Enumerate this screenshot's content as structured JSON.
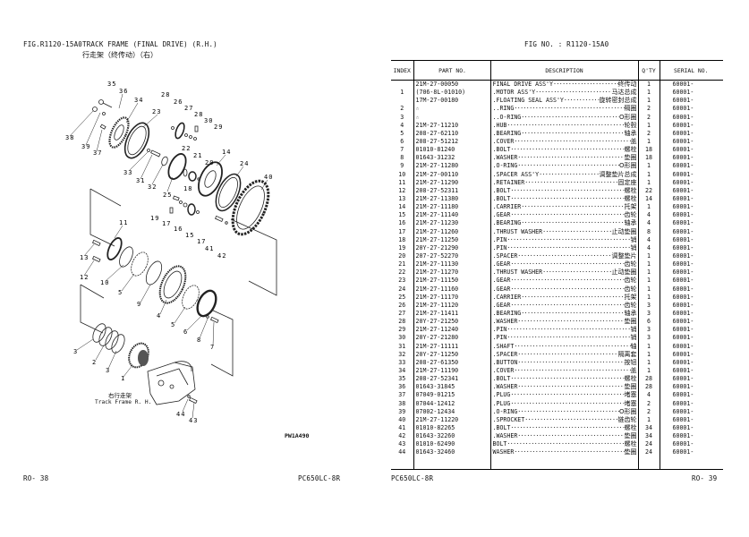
{
  "left_page": {
    "fig_no": "FIG.R1120-15A0",
    "title_en": "TRACK FRAME (FINAL DRIVE) (R.H.)",
    "title_cn": "行走架（终传动）（右）",
    "frame_label_cn": "右行走架",
    "frame_label_en": "Track Frame R. H.",
    "drawing_code": "PW1A490",
    "page_no": "RO-  38",
    "model": "PC650LC-8R"
  },
  "diagram": {
    "callouts": [
      "35",
      "36",
      "34",
      "23",
      "28",
      "26",
      "27",
      "28",
      "30",
      "29",
      "38",
      "39",
      "37",
      "22",
      "21",
      "20",
      "14",
      "24",
      "40",
      "33",
      "31",
      "32",
      "25",
      "18",
      "19",
      "17",
      "16",
      "15",
      "17",
      "11",
      "41",
      "42",
      "13",
      "12",
      "10",
      "5",
      "9",
      "4",
      "5",
      "6",
      "8",
      "7",
      "3",
      "2",
      "3",
      "1",
      "44",
      "43"
    ]
  },
  "right_page": {
    "fig_no": "FIG NO.  : R1120-15A0",
    "columns": [
      "INDEX",
      "PART  NO.",
      "DESCRIPTION",
      "Q'TY",
      "SERIAL NO."
    ],
    "rows": [
      [
        "",
        "21M-27-00050",
        "FINAL DRIVE ASS'Y",
        "终传动",
        "1",
        "60001-"
      ],
      [
        "1",
        "(706-8L-01010)",
        ".MOTOR ASS'Y",
        "马达总成",
        "1",
        "60001-"
      ],
      [
        "",
        "17M-27-00180",
        ".FLOATING SEAL ASS'Y",
        "旋转密封总成",
        "1",
        "60001-"
      ],
      [
        "2",
        "☆",
        "..RING",
        "隔圈",
        "2",
        "60001-"
      ],
      [
        "3",
        "☆",
        "..O-RING",
        "O形圈",
        "2",
        "60001-"
      ],
      [
        "4",
        "21M-27-11210",
        ".HUB",
        "轮毂",
        "1",
        "60001-"
      ],
      [
        "5",
        "208-27-62110",
        ".BEARING",
        "轴承",
        "2",
        "60001-"
      ],
      [
        "6",
        "208-27-51212",
        ".COVER",
        "盖",
        "1",
        "60001-"
      ],
      [
        "7",
        "01010-81240",
        ".BOLT",
        "螺栓",
        "18",
        "60001-"
      ],
      [
        "8",
        "01643-31232",
        ".WASHER",
        "垫圈",
        "18",
        "60001-"
      ],
      [
        "9",
        "21M-27-11280",
        ".O-RING",
        "O形圈",
        "1",
        "60001-"
      ],
      [
        "10",
        "21M-27-00110",
        ".SPACER ASS'Y",
        "调整垫片总成",
        "1",
        "60001-"
      ],
      [
        "11",
        "21M-27-11290",
        ".RETAINER",
        "固定座",
        "1",
        "60001-"
      ],
      [
        "12",
        "208-27-52311",
        ".BOLT",
        "螺栓",
        "22",
        "60001-"
      ],
      [
        "13",
        "21M-27-11380",
        ".BOLT",
        "螺栓",
        "14",
        "60001-"
      ],
      [
        "14",
        "21M-27-11180",
        ".CARRIER",
        "托架",
        "1",
        "60001-"
      ],
      [
        "15",
        "21M-27-11140",
        ".GEAR",
        "齿轮",
        "4",
        "60001-"
      ],
      [
        "16",
        "21M-27-11230",
        ".BEARING",
        "轴承",
        "4",
        "60001-"
      ],
      [
        "17",
        "21M-27-11260",
        ".THRUST WASHER",
        "止动垫圈",
        "8",
        "60001-"
      ],
      [
        "18",
        "21M-27-11250",
        ".PIN",
        "销",
        "4",
        "60001-"
      ],
      [
        "19",
        "20Y-27-21290",
        ".PIN",
        "销",
        "4",
        "60001-"
      ],
      [
        "20",
        "207-27-52270",
        ".SPACER",
        "调整垫片",
        "1",
        "60001-"
      ],
      [
        "21",
        "21M-27-11130",
        ".GEAR",
        "齿轮",
        "1",
        "60001-"
      ],
      [
        "22",
        "21M-27-11270",
        ".THRUST WASHER",
        "止动垫圈",
        "1",
        "60001-"
      ],
      [
        "23",
        "21M-27-11150",
        ".GEAR",
        "齿轮",
        "1",
        "60001-"
      ],
      [
        "24",
        "21M-27-11160",
        ".GEAR",
        "齿轮",
        "1",
        "60001-"
      ],
      [
        "25",
        "21M-27-11170",
        ".CARRIER",
        "托架",
        "1",
        "60001-"
      ],
      [
        "26",
        "21M-27-11120",
        ".GEAR",
        "齿轮",
        "3",
        "60001-"
      ],
      [
        "27",
        "21M-27-11411",
        ".BEARING",
        "轴承",
        "3",
        "60001-"
      ],
      [
        "28",
        "20Y-27-21250",
        ".WASHER",
        "垫圈",
        "6",
        "60001-"
      ],
      [
        "29",
        "21M-27-11240",
        ".PIN",
        "销",
        "3",
        "60001-"
      ],
      [
        "30",
        "20Y-27-21280",
        ".PIN",
        "销",
        "3",
        "60001-"
      ],
      [
        "31",
        "21M-27-11111",
        ".SHAFT",
        "轴",
        "1",
        "60001-"
      ],
      [
        "32",
        "20Y-27-11250",
        ".SPACER",
        "隔离套",
        "1",
        "60001-"
      ],
      [
        "33",
        "208-27-61350",
        ".BUTTON",
        "按钮",
        "1",
        "60001-"
      ],
      [
        "34",
        "21M-27-11190",
        ".COVER",
        "盖",
        "1",
        "60001-"
      ],
      [
        "35",
        "208-27-52341",
        ".BOLT",
        "螺栓",
        "28",
        "60001-"
      ],
      [
        "36",
        "01643-31845",
        ".WASHER",
        "垫圈",
        "28",
        "60001-"
      ],
      [
        "37",
        "07049-01215",
        ".PLUG",
        "堵塞",
        "4",
        "60001-"
      ],
      [
        "38",
        "07044-12412",
        ".PLUG",
        "堵塞",
        "2",
        "60001-"
      ],
      [
        "39",
        "07002-12434",
        ".O-RING",
        "O形圈",
        "2",
        "60001-"
      ],
      [
        "40",
        "21M-27-11220",
        ".SPROCKET",
        "链齿轮",
        "1",
        "60001-"
      ],
      [
        "41",
        "01010-82265",
        ".BOLT",
        "螺栓",
        "34",
        "60001-"
      ],
      [
        "42",
        "01643-32260",
        ".WASHER",
        "垫圈",
        "34",
        "60001-"
      ],
      [
        "43",
        "01010-62490",
        "BOLT",
        "螺栓",
        "24",
        "60001-"
      ],
      [
        "44",
        "01643-32460",
        "WASHER",
        "垫圈",
        "24",
        "60001-"
      ]
    ],
    "model": "PC650LC-8R",
    "page_no": "RO-   39"
  }
}
